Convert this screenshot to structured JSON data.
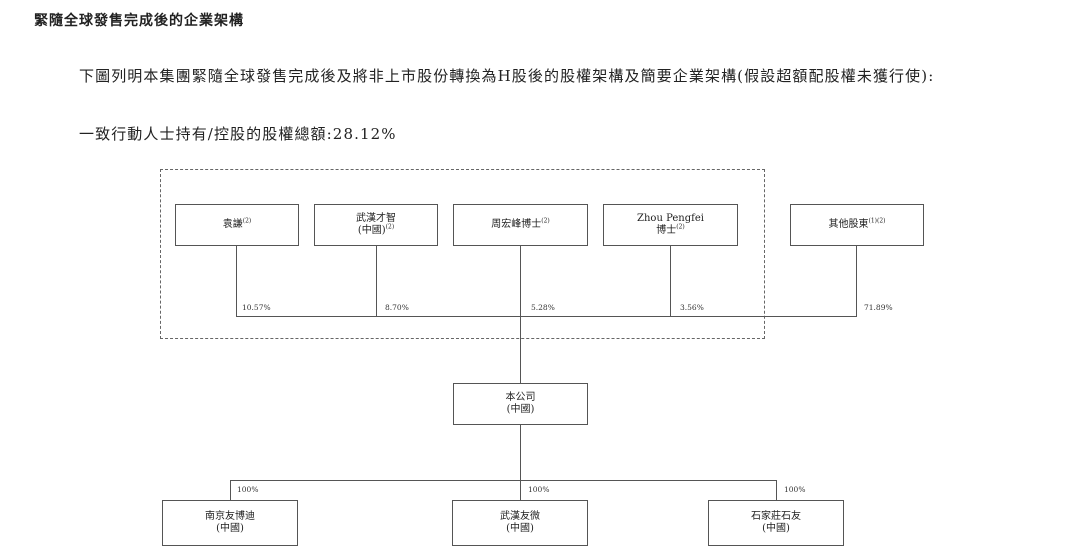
{
  "heading": "緊隨全球發售完成後的企業架構",
  "intro": "下圖列明本集團緊隨全球發售完成後及將非上市股份轉換為H股後的股權架構及簡要企業架構(假設超額配股權未獲行使):",
  "concert_line": "一致行動人士持有/控股的股權總額:28.12%",
  "shareholders": [
    {
      "line1": "袁謙",
      "sup1": "(2)",
      "line2": "",
      "sup2": "",
      "pct": "10.57%"
    },
    {
      "line1": "武漢才智",
      "sup1": "",
      "line2": "(中國)",
      "sup2": "(2)",
      "pct": "8.70%"
    },
    {
      "line1": "周宏峰博士",
      "sup1": "(2)",
      "line2": "",
      "sup2": "",
      "pct": "5.28%"
    },
    {
      "line1": "Zhou Pengfei",
      "sup1": "",
      "line2": "博士",
      "sup2": "(2)",
      "pct": "3.56%"
    },
    {
      "line1": "其他股東",
      "sup1": "(1)(2)",
      "line2": "",
      "sup2": "",
      "pct": "71.89%"
    }
  ],
  "company": {
    "line1": "本公司",
    "line2": "(中國)"
  },
  "subsidiaries": [
    {
      "line1": "南京友博迪",
      "line2": "(中國)",
      "pct": "100%"
    },
    {
      "line1": "武漢友微",
      "line2": "(中國)",
      "pct": "100%"
    },
    {
      "line1": "石家莊石友",
      "line2": "(中國)",
      "pct": "100%"
    }
  ]
}
